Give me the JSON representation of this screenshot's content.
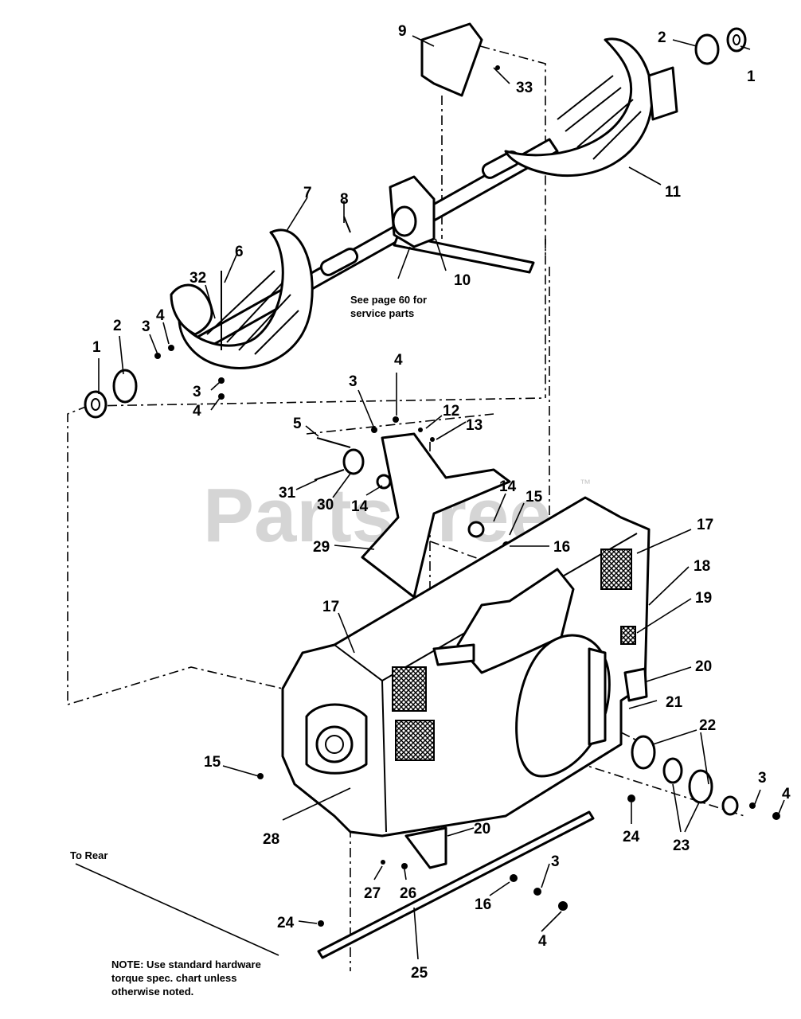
{
  "watermark": {
    "text": "PartsTree",
    "mark": "™"
  },
  "notes": {
    "service": [
      "See  page 60 for",
      "service parts"
    ],
    "to_rear": "To Rear",
    "hardware": [
      "NOTE: Use standard hardware",
      "torque spec. chart unless",
      "otherwise noted."
    ]
  },
  "callouts": [
    {
      "id": "c1a",
      "label": "1"
    },
    {
      "id": "c1b",
      "label": "1"
    },
    {
      "id": "c2a",
      "label": "2"
    },
    {
      "id": "c2b",
      "label": "2"
    },
    {
      "id": "c3a",
      "label": "3"
    },
    {
      "id": "c3b",
      "label": "3"
    },
    {
      "id": "c3c",
      "label": "3"
    },
    {
      "id": "c3d",
      "label": "3"
    },
    {
      "id": "c3e",
      "label": "3"
    },
    {
      "id": "c4a",
      "label": "4"
    },
    {
      "id": "c4b",
      "label": "4"
    },
    {
      "id": "c4c",
      "label": "4"
    },
    {
      "id": "c4d",
      "label": "4"
    },
    {
      "id": "c4e",
      "label": "4"
    },
    {
      "id": "c5",
      "label": "5"
    },
    {
      "id": "c6",
      "label": "6"
    },
    {
      "id": "c7",
      "label": "7"
    },
    {
      "id": "c8",
      "label": "8"
    },
    {
      "id": "c9",
      "label": "9"
    },
    {
      "id": "c10",
      "label": "10"
    },
    {
      "id": "c11",
      "label": "11"
    },
    {
      "id": "c12",
      "label": "12"
    },
    {
      "id": "c13",
      "label": "13"
    },
    {
      "id": "c14a",
      "label": "14"
    },
    {
      "id": "c14b",
      "label": "14"
    },
    {
      "id": "c15a",
      "label": "15"
    },
    {
      "id": "c15b",
      "label": "15"
    },
    {
      "id": "c16a",
      "label": "16"
    },
    {
      "id": "c16b",
      "label": "16"
    },
    {
      "id": "c17a",
      "label": "17"
    },
    {
      "id": "c17b",
      "label": "17"
    },
    {
      "id": "c18",
      "label": "18"
    },
    {
      "id": "c19",
      "label": "19"
    },
    {
      "id": "c20a",
      "label": "20"
    },
    {
      "id": "c20b",
      "label": "20"
    },
    {
      "id": "c21",
      "label": "21"
    },
    {
      "id": "c22",
      "label": "22"
    },
    {
      "id": "c23",
      "label": "23"
    },
    {
      "id": "c24a",
      "label": "24"
    },
    {
      "id": "c24b",
      "label": "24"
    },
    {
      "id": "c25",
      "label": "25"
    },
    {
      "id": "c26",
      "label": "26"
    },
    {
      "id": "c27",
      "label": "27"
    },
    {
      "id": "c28",
      "label": "28"
    },
    {
      "id": "c29",
      "label": "29"
    },
    {
      "id": "c30",
      "label": "30"
    },
    {
      "id": "c31",
      "label": "31"
    },
    {
      "id": "c32",
      "label": "32"
    },
    {
      "id": "c33",
      "label": "33"
    }
  ]
}
